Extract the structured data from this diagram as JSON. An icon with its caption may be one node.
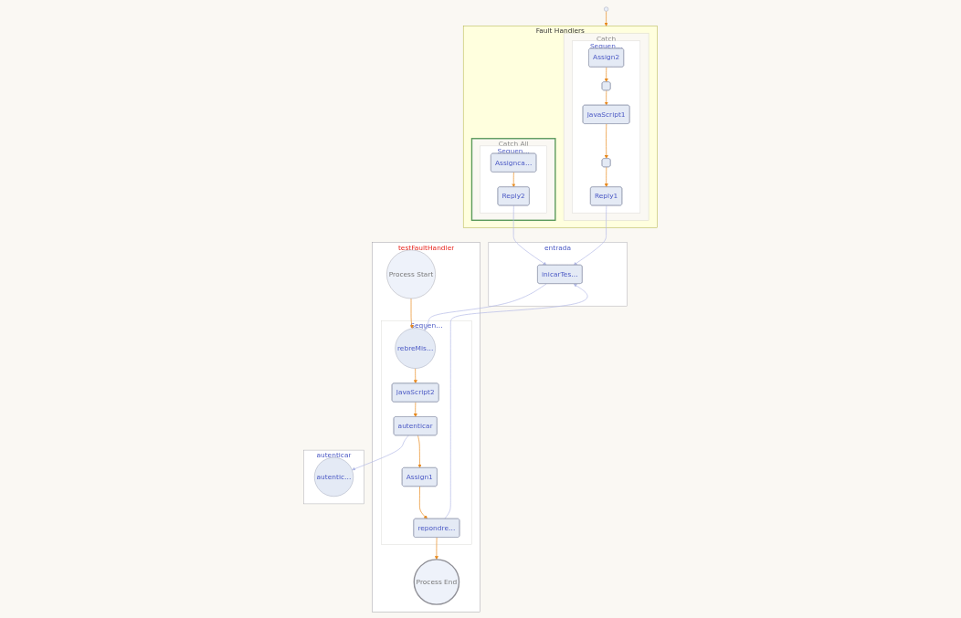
{
  "diagram": {
    "nodes": [
      {
        "text": [
          "entrada"
        ]
      },
      {
        "text": [
          "inicarTes…"
        ],
        "in": 0
      },
      {
        "text": [
          "testFaultHandler"
        ]
      },
      {
        "text": [
          "Process Start"
        ],
        "in": 2
      },
      {
        "text": [
          "Sequen…"
        ],
        "in": 2
      },
      {
        "text": [
          "rebreMis…"
        ],
        "in": 4
      },
      {
        "text": [
          "JavaScript2"
        ],
        "in": 4
      },
      {
        "text": [
          "autenticar"
        ],
        "in": 4
      },
      {
        "text": [
          "Assign1"
        ],
        "in": 4
      },
      {
        "text": [
          "repondre…"
        ],
        "in": 4
      },
      {
        "text": [
          "Process End"
        ],
        "in": 2
      },
      {
        "text": [],
        "shape": "circle"
      },
      {
        "text": [
          "Fault Handlers"
        ]
      },
      {
        "text": [
          "Catch All"
        ],
        "in": 12
      },
      {
        "text": [
          "Sequen…"
        ],
        "in": 13
      },
      {
        "text": [
          "Assignca…"
        ],
        "in": 14
      },
      {
        "text": [
          "Reply2"
        ],
        "in": 14
      },
      {
        "text": [
          "Catch"
        ],
        "in": 12
      },
      {
        "text": [
          "Sequen…"
        ],
        "in": 17
      },
      {
        "text": [
          "Assign2"
        ],
        "in": 18
      },
      {
        "text": [],
        "shape": "box",
        "in": 18
      },
      {
        "text": [
          "JavaScript1"
        ],
        "in": 18
      },
      {
        "text": [],
        "shape": "box",
        "in": 18
      },
      {
        "text": [
          "Reply1"
        ],
        "in": 18
      },
      {
        "text": [
          "autenticar"
        ]
      },
      {
        "text": [
          "autentic…"
        ],
        "in": 24
      }
    ],
    "edges": [
      {
        "from": 3,
        "to": 5,
        "arrow": "to"
      },
      {
        "from": 5,
        "to": 6,
        "arrow": "to"
      },
      {
        "from": 6,
        "to": 7,
        "arrow": "to"
      },
      {
        "from": 7,
        "to": 8,
        "arrow": "to"
      },
      {
        "from": 8,
        "to": 9,
        "arrow": "to"
      },
      {
        "from": 9,
        "to": 10,
        "arrow": "to"
      },
      {
        "from": 11,
        "to": 12,
        "arrow": "to"
      },
      {
        "from": 15,
        "to": 16,
        "arrow": "to"
      },
      {
        "from": 19,
        "to": 20,
        "arrow": "to"
      },
      {
        "from": 20,
        "to": 21,
        "arrow": "to"
      },
      {
        "from": 21,
        "to": 22,
        "arrow": "to"
      },
      {
        "from": 22,
        "to": 23,
        "arrow": "to"
      },
      {
        "from": 1,
        "to": 5,
        "arrow": "to",
        "color": "#b4bae6"
      },
      {
        "from": 16,
        "to": 1,
        "arrow": "to",
        "color": "#b4bae6"
      },
      {
        "from": 9,
        "to": 1,
        "arrow": "to",
        "color": "#b4bae6"
      },
      {
        "from": 23,
        "to": 1,
        "arrow": "to",
        "color": "#b4bae6"
      },
      {
        "from": 7,
        "to": 25,
        "arrow": "to",
        "color": "#b4bae6"
      }
    ]
  }
}
